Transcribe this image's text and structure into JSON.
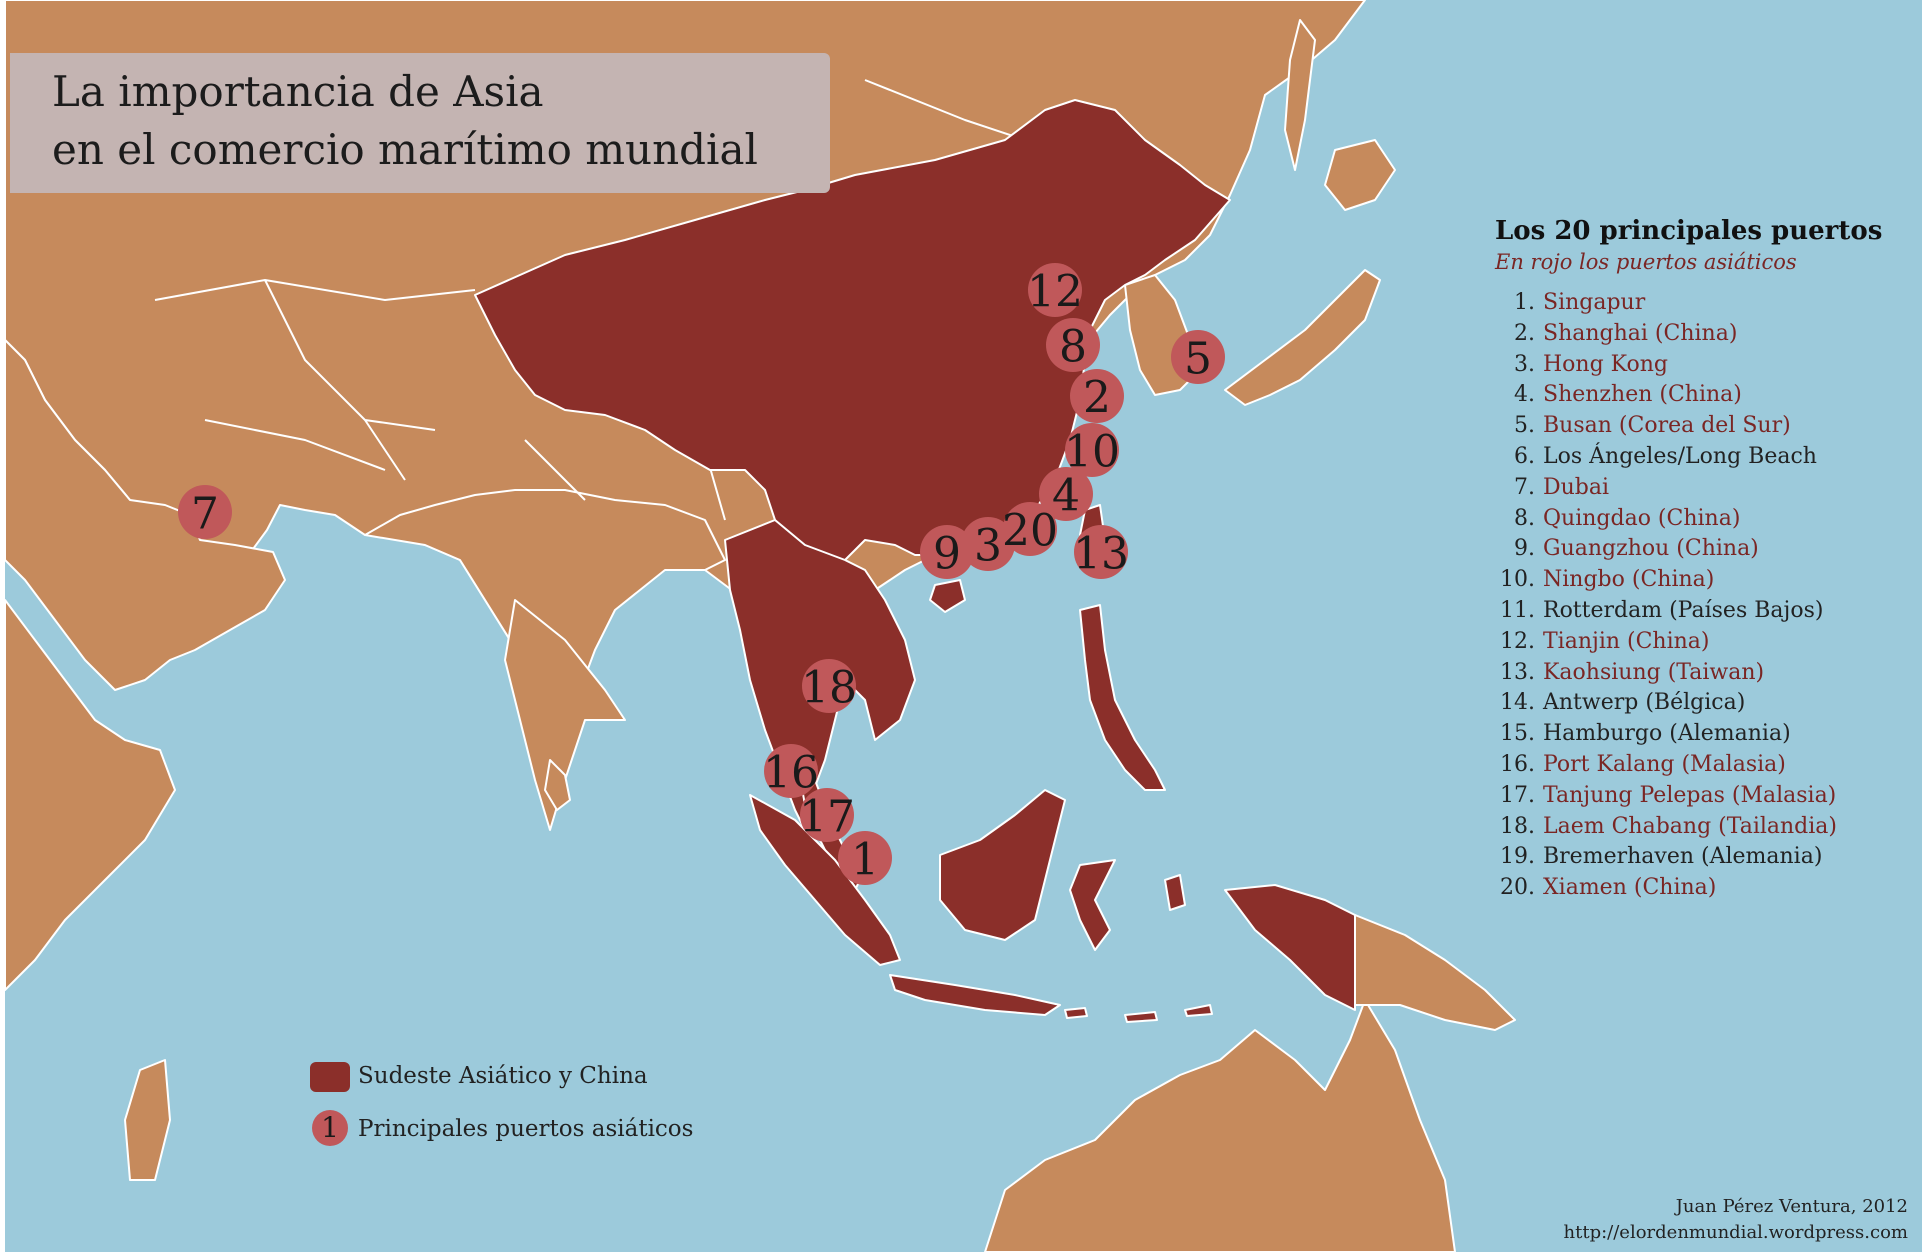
{
  "title": {
    "line1": "La importancia de Asia",
    "line2": "en el comercio marítimo mundial"
  },
  "legend": {
    "title": "Los 20 principales puertos",
    "subtitle": "En rojo los puertos asiáticos",
    "ports": [
      {
        "rank": "1.",
        "name": "Singapur",
        "asian": true
      },
      {
        "rank": "2.",
        "name": "Shanghai (China)",
        "asian": true
      },
      {
        "rank": "3.",
        "name": "Hong Kong",
        "asian": true
      },
      {
        "rank": "4.",
        "name": "Shenzhen (China)",
        "asian": true
      },
      {
        "rank": "5.",
        "name": "Busan (Corea del Sur)",
        "asian": true
      },
      {
        "rank": "6.",
        "name": "Los Ángeles/Long Beach",
        "asian": false
      },
      {
        "rank": "7.",
        "name": "Dubai",
        "asian": true
      },
      {
        "rank": "8.",
        "name": "Quingdao (China)",
        "asian": true
      },
      {
        "rank": "9.",
        "name": "Guangzhou (China)",
        "asian": true
      },
      {
        "rank": "10.",
        "name": "Ningbo (China)",
        "asian": true
      },
      {
        "rank": "11.",
        "name": "Rotterdam (Países Bajos)",
        "asian": false
      },
      {
        "rank": "12.",
        "name": "Tianjin (China)",
        "asian": true
      },
      {
        "rank": "13.",
        "name": "Kaohsiung (Taiwan)",
        "asian": true
      },
      {
        "rank": "14.",
        "name": "Antwerp (Bélgica)",
        "asian": false
      },
      {
        "rank": "15.",
        "name": "Hamburgo (Alemania)",
        "asian": false
      },
      {
        "rank": "16.",
        "name": "Port Kalang (Malasia)",
        "asian": true
      },
      {
        "rank": "17.",
        "name": "Tanjung Pelepas (Malasia)",
        "asian": true
      },
      {
        "rank": "18.",
        "name": "Laem Chabang (Tailandia)",
        "asian": true
      },
      {
        "rank": "19.",
        "name": "Bremerhaven (Alemania)",
        "asian": false
      },
      {
        "rank": "20.",
        "name": "Xiamen (China)",
        "asian": true
      }
    ]
  },
  "key": {
    "region_label": "Sudeste Asiático y China",
    "port_symbol": "1",
    "port_label": "Principales puertos asiáticos"
  },
  "map_markers": [
    "12",
    "8",
    "5",
    "2",
    "10",
    "4",
    "7",
    "9",
    "3",
    "20",
    "13",
    "18",
    "16",
    "17",
    "1"
  ],
  "credits": {
    "author": "Juan Pérez Ventura, 2012",
    "url": "http://elordenmundial.wordpress.com"
  },
  "colors": {
    "sea": "#9ccadb",
    "land": "#c68a5c",
    "highlight_region": "#8b2f2a",
    "port_marker": "#c0585a",
    "asian_port_text": "#7a2624",
    "title_box": "#c4b4b2"
  }
}
